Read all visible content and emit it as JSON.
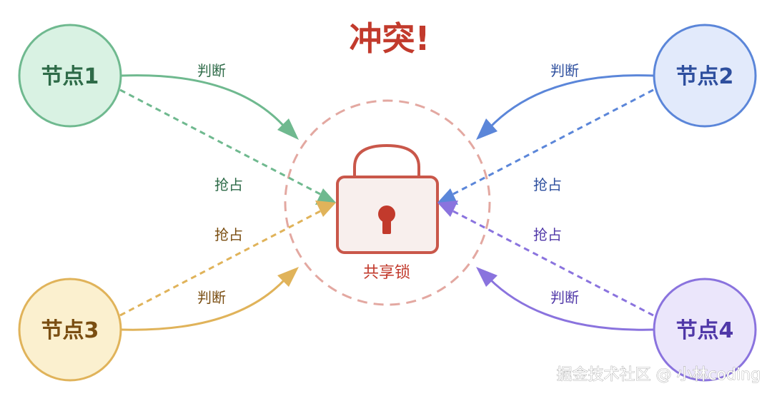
{
  "title": "冲突!",
  "lock": {
    "label": "共享锁"
  },
  "nodes": [
    {
      "label": "节点1",
      "fill": "#d9f2e3",
      "stroke": "#6fb98f",
      "text": "#2e6b48"
    },
    {
      "label": "节点2",
      "fill": "#e2eafb",
      "stroke": "#5b86d9",
      "text": "#2e4f9e"
    },
    {
      "label": "节点3",
      "fill": "#fbf0cf",
      "stroke": "#e0b35a",
      "text": "#7a4e12"
    },
    {
      "label": "节点4",
      "fill": "#ebe6fb",
      "stroke": "#8a73de",
      "text": "#5038a8"
    }
  ],
  "edges": {
    "judge_label": "判断",
    "grab_label": "抢占"
  },
  "watermark": "掘金技术社区 @ 小林coding",
  "colors": {
    "title": "#c23a2c",
    "lock_stroke": "#c9574a",
    "lock_fill": "#f8efed",
    "dashed_circle": "#e3a8a1",
    "node1": "#6fb98f",
    "node2": "#5b86d9",
    "node3": "#e0b35a",
    "node4": "#8a73de"
  }
}
